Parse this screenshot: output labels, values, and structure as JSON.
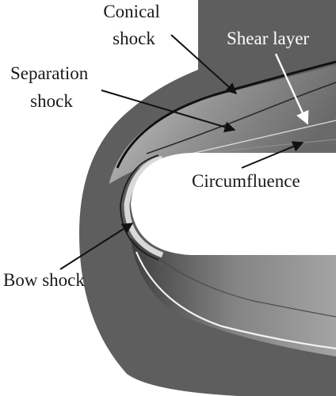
{
  "labels": {
    "conical_shock": [
      "Conical",
      "shock"
    ],
    "shear_layer": "Shear layer",
    "separation_shock": [
      "Separation",
      "shock"
    ],
    "circumfluence": "Circumfluence",
    "bow_shock": "Bow shock"
  },
  "colors": {
    "flow_field": "#5e5e5e",
    "body": "#ffffff",
    "shock_line": "#111111",
    "bright_layer": "#cfcfcf",
    "annotation_arrow": "#111111",
    "shear_arrow": "#ffffff"
  }
}
